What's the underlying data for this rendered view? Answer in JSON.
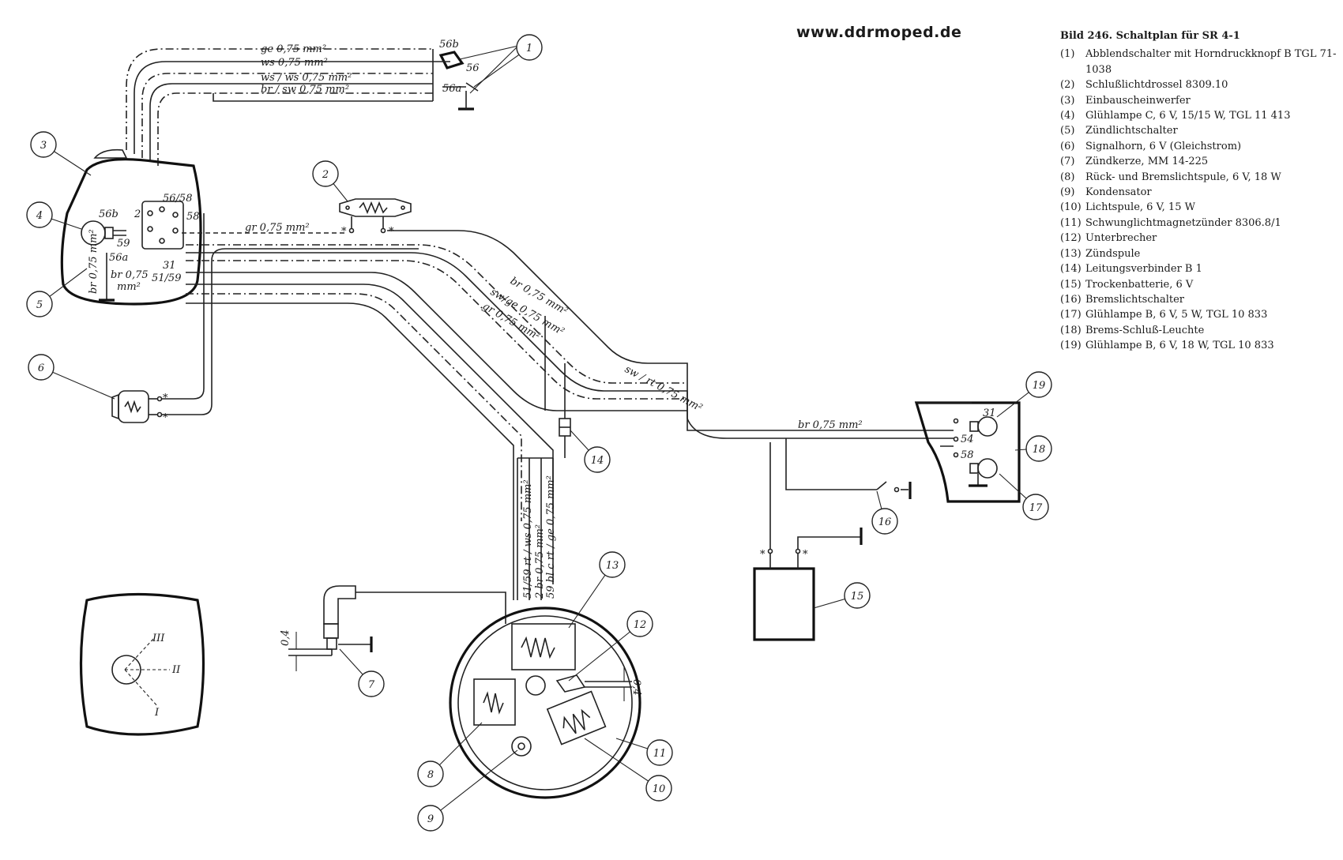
{
  "header": {
    "url": "www.ddrmoped.de"
  },
  "legend": {
    "title": "Bild 246. Schaltplan für SR 4-1",
    "items": [
      {
        "num": "(1)",
        "text": "Abblendschalter mit Horndruckknopf B TGL 71-1038"
      },
      {
        "num": "(2)",
        "text": "Schlußlichtdrossel 8309.10"
      },
      {
        "num": "(3)",
        "text": "Einbauscheinwerfer"
      },
      {
        "num": "(4)",
        "text": "Glühlampe C, 6 V, 15/15 W, TGL 11 413"
      },
      {
        "num": "(5)",
        "text": "Zündlichtschalter"
      },
      {
        "num": "(6)",
        "text": "Signalhorn, 6 V (Gleichstrom)"
      },
      {
        "num": "(7)",
        "text": "Zündkerze, MM 14-225"
      },
      {
        "num": "(8)",
        "text": "Rück- und Bremslichtspule, 6 V, 18 W"
      },
      {
        "num": "(9)",
        "text": "Kondensator"
      },
      {
        "num": "(10)",
        "text": "Lichtspule, 6 V, 15 W"
      },
      {
        "num": "(11)",
        "text": "Schwunglichtmagnetzünder 8306.8/1"
      },
      {
        "num": "(12)",
        "text": "Unterbrecher"
      },
      {
        "num": "(13)",
        "text": "Zündspule"
      },
      {
        "num": "(14)",
        "text": "Leitungsverbinder B 1"
      },
      {
        "num": "(15)",
        "text": "Trockenbatterie, 6 V"
      },
      {
        "num": "(16)",
        "text": "Bremslichtschalter"
      },
      {
        "num": "(17)",
        "text": "Glühlampe B, 6 V, 5 W, TGL 10 833"
      },
      {
        "num": "(18)",
        "text": "Brems-Schluß-Leuchte"
      },
      {
        "num": "(19)",
        "text": "Glühlampe B, 6 V, 18 W, TGL 10 833"
      }
    ]
  },
  "wires": {
    "ge": "ge 0,75 mm²",
    "ws": "ws 0,75 mm²",
    "wsws": "ws / ws 0,75 mm²",
    "brsw": "br / sw 0,75 mm²",
    "gr": "gr 0,75 mm²",
    "br_left": "br 0,75 mm²",
    "br_lamp_1": "br 0,75",
    "br_lamp_2": "mm²",
    "br_diag": "br 0,75 mm²",
    "swge": "sw/ge 0,75 mm²",
    "gr_diag": "gr 0,75 mm²",
    "swrt": "sw / rt 0,75 mm²",
    "br_tail": "br 0,75 mm²",
    "v1": "51/59 rt / ws 0,75 mm²",
    "v2": "2 br    0,75 mm²",
    "v3": "59 bl c rt / ge 0,75 mm²"
  },
  "terminals": {
    "t56b_sw": "56b",
    "t56_sw": "56",
    "t56a_sw": "56a",
    "t56b": "56b",
    "t59": "59",
    "t56a": "56a",
    "t2": "2",
    "t5658": "56/58",
    "t58": "58",
    "t31": "31",
    "t5159": "51/59",
    "t31_tail": "31",
    "t54": "54",
    "t58_tail": "58",
    "gap_left": "0,4",
    "gap_right": "0,4",
    "beam_III": "III",
    "beam_II": "II",
    "beam_I": "I"
  },
  "callouts": [
    "1",
    "2",
    "3",
    "4",
    "5",
    "6",
    "7",
    "8",
    "9",
    "10",
    "11",
    "12",
    "13",
    "14",
    "15",
    "16",
    "17",
    "18",
    "19"
  ]
}
